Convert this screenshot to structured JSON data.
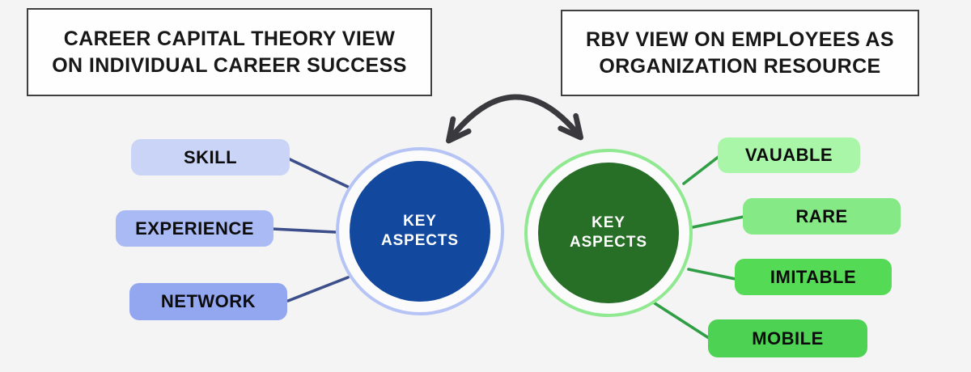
{
  "canvas": {
    "background_color": "#f4f4f5"
  },
  "titles": {
    "left": {
      "lines": [
        "CAREER CAPITAL THEORY VIEW",
        "ON INDIVIDUAL CAREER SUCCESS"
      ]
    },
    "right": {
      "lines": [
        "RBV VIEW ON EMPLOYEES AS",
        "ORGANIZATION RESOURCE"
      ]
    }
  },
  "exchange_arrow": {
    "description": "curved double-headed arrow between the two hubs",
    "color": "#3a3a3e"
  },
  "left_map": {
    "hub": {
      "lines": [
        "KEY",
        "ASPECTS"
      ],
      "fill_color": "#12499f",
      "ring_color": "#b5c4f5"
    },
    "connector_color": "#3d4f8a",
    "items": [
      {
        "label": "SKILL",
        "color": "#c9d4f6"
      },
      {
        "label": "EXPERIENCE",
        "color": "#a9baf4"
      },
      {
        "label": "NETWORK",
        "color": "#93a7f1"
      }
    ]
  },
  "right_map": {
    "hub": {
      "lines": [
        "KEY",
        "ASPECTS"
      ],
      "fill_color": "#276e26",
      "ring_color": "#90e890"
    },
    "connector_color": "#2f9e44",
    "items": [
      {
        "label": "VAUABLE",
        "color": "#aaf6a8"
      },
      {
        "label": "RARE",
        "color": "#85e985"
      },
      {
        "label": "IMITABLE",
        "color": "#55da55"
      },
      {
        "label": "MOBILE",
        "color": "#4ed254"
      }
    ]
  }
}
